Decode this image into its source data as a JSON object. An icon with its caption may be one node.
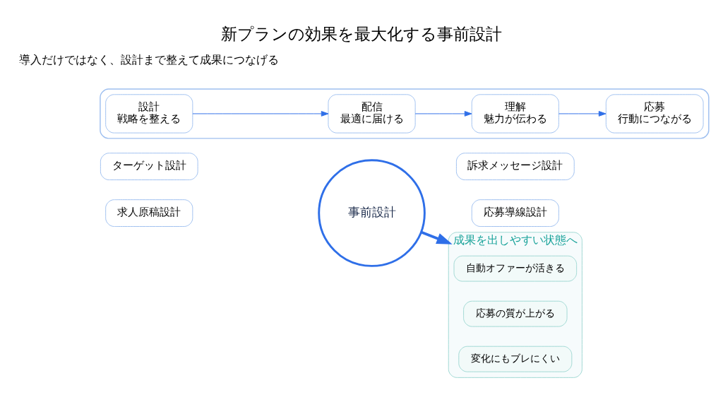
{
  "diagram": {
    "title": "新プランの効果を最大化する事前設計",
    "nodes": [
      {
        "text": [
          "ターゲット設計"
        ]
      },
      {
        "text": [
          "訴求メッセージ設計"
        ]
      },
      {
        "text": [
          "求人原稿設計"
        ]
      },
      {
        "text": [
          "応募導線設計"
        ]
      },
      {
        "text": [
          "事前設計"
        ]
      },
      {
        "text": [
          "成果を出しやすい状態へ"
        ]
      },
      {
        "text": [
          "自動オファーが活きる"
        ],
        "in": 5
      },
      {
        "text": [
          "応募の質が上がる"
        ],
        "in": 5
      },
      {
        "text": [
          "変化にもブレにくい"
        ],
        "in": 5
      },
      {
        "text": [],
        "shape": "box"
      },
      {
        "text": [
          "設計",
          "戦略を整える"
        ],
        "in": 9
      },
      {
        "text": [
          "配信",
          "最適に届ける"
        ],
        "in": 9
      },
      {
        "text": [
          "理解",
          "魅力が伝わる"
        ],
        "in": 9
      },
      {
        "text": [
          "応募",
          "行動につながる"
        ],
        "in": 9
      }
    ],
    "edges": [
      {
        "from": 4,
        "to": 5,
        "arrow": "to",
        "style": "thick"
      },
      {
        "from": 10,
        "to": 11,
        "arrow": "to"
      },
      {
        "from": 11,
        "to": 12,
        "arrow": "to"
      },
      {
        "from": 12,
        "to": 13,
        "arrow": "to"
      }
    ],
    "labels": [
      "導入だけではなく、設計まで整えて成果につなげる"
    ]
  }
}
